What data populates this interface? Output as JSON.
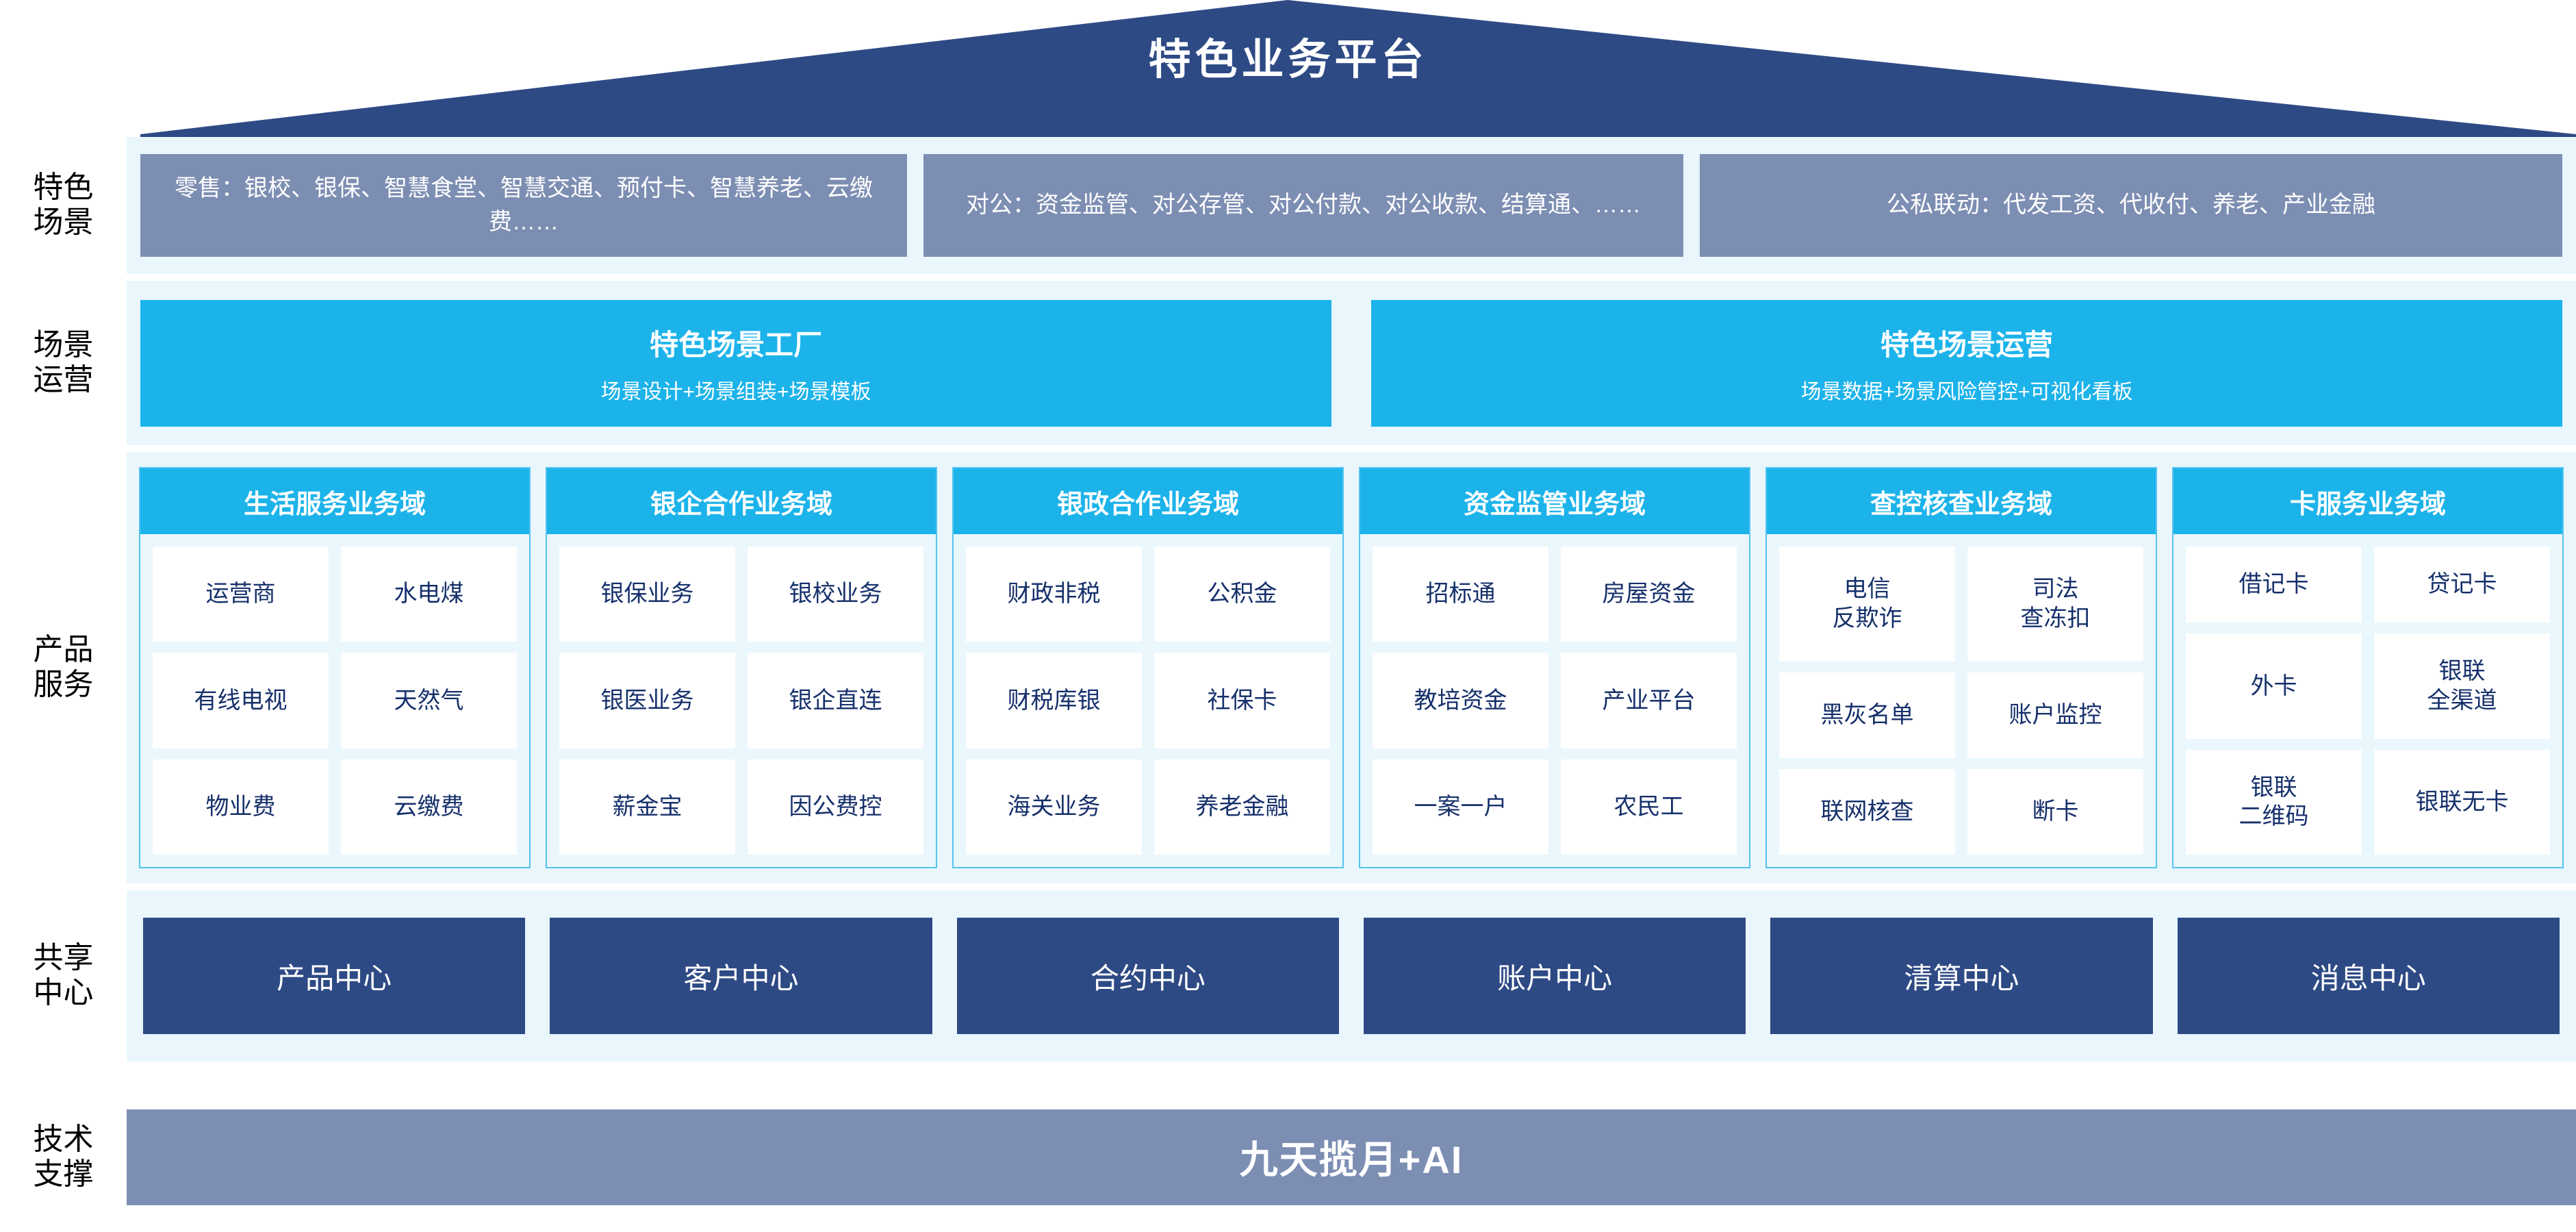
{
  "header": {
    "title": "特色业务平台",
    "roof_color": "#2e4a85"
  },
  "colors": {
    "navy": "#2e4a85",
    "slate": "#7d8eb3",
    "cyan": "#1cb3ea",
    "pale_cyan": "#e9f7fd",
    "card_text": "#16306b"
  },
  "scenario_row": {
    "label": "特色\n场景",
    "boxes": [
      {
        "text": "零售：银校、银保、智慧食堂、智慧交通、预付卡、智慧养老、云缴费……"
      },
      {
        "text": "对公：资金监管、对公存管、对公付款、对公收款、结算通、……"
      },
      {
        "text": "公私联动：代发工资、代收付、养老、产业金融"
      }
    ]
  },
  "operation_row": {
    "label": "场景\n运营",
    "boxes": [
      {
        "title": "特色场景工厂",
        "subtitle": "场景设计+场景组装+场景模板"
      },
      {
        "title": "特色场景运营",
        "subtitle": "场景数据+场景风险管控+可视化看板"
      }
    ]
  },
  "product_row": {
    "label": "产品\n服务",
    "columns": [
      {
        "title": "生活服务业务域",
        "items": [
          "运营商",
          "水电煤",
          "有线电视",
          "天然气",
          "物业费",
          "云缴费"
        ]
      },
      {
        "title": "银企合作业务域",
        "items": [
          "银保业务",
          "银校业务",
          "银医业务",
          "银企直连",
          "薪金宝",
          "因公费控"
        ]
      },
      {
        "title": "银政合作业务域",
        "items": [
          "财政非税",
          "公积金",
          "财税库银",
          "社保卡",
          "海关业务",
          "养老金融"
        ]
      },
      {
        "title": "资金监管业务域",
        "items": [
          "招标通",
          "房屋资金",
          "教培资金",
          "产业平台",
          "一案一户",
          "农民工"
        ]
      },
      {
        "title": "查控核查业务域",
        "items": [
          "电信\n反欺诈",
          "司法\n查冻扣",
          "黑灰名单",
          "账户监控",
          "联网核查",
          "断卡"
        ]
      },
      {
        "title": "卡服务业务域",
        "items": [
          "借记卡",
          "贷记卡",
          "外卡",
          "银联\n全渠道",
          "银联\n二维码",
          "银联无卡"
        ]
      }
    ]
  },
  "shared_center_row": {
    "label": "共享\n中心",
    "boxes": [
      "产品中心",
      "客户中心",
      "合约中心",
      "账户中心",
      "清算中心",
      "消息中心"
    ]
  },
  "tech_row": {
    "label": "技术\n支撑",
    "bar": "九天揽月+AI"
  }
}
